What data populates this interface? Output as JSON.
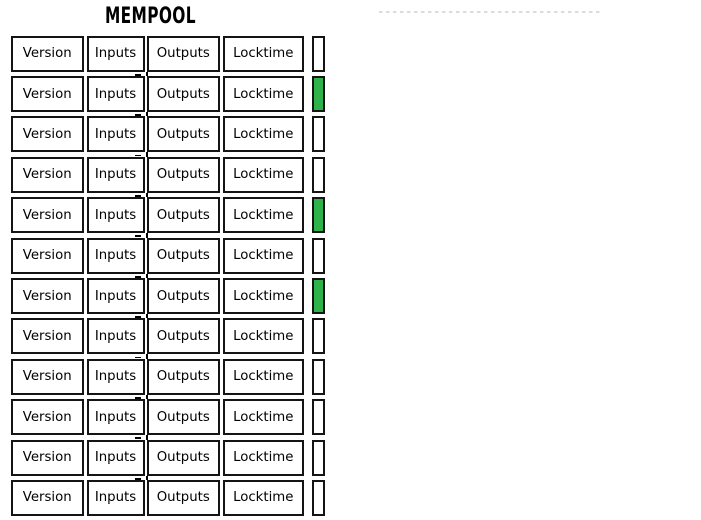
{
  "title": "MEMPOOL",
  "colors": {
    "indicator_green": "#2eb24a",
    "indicator_white": "#ffffff",
    "row_border": "#141414",
    "dashed_line": "#dcdcdc",
    "text": "#000000"
  },
  "rows": [
    {
      "cells": [
        "Version",
        "Inputs",
        "Outputs",
        "Locktime"
      ],
      "indicator": "white"
    },
    {
      "cells": [
        "Version",
        "Inputs",
        "Outputs",
        "Locktime"
      ],
      "indicator": "green"
    },
    {
      "cells": [
        "Version",
        "Inputs",
        "Outputs",
        "Locktime"
      ],
      "indicator": "white"
    },
    {
      "cells": [
        "Version",
        "Inputs",
        "Outputs",
        "Locktime"
      ],
      "indicator": "white"
    },
    {
      "cells": [
        "Version",
        "Inputs",
        "Outputs",
        "Locktime"
      ],
      "indicator": "green"
    },
    {
      "cells": [
        "Version",
        "Inputs",
        "Outputs",
        "Locktime"
      ],
      "indicator": "white"
    },
    {
      "cells": [
        "Version",
        "Inputs",
        "Outputs",
        "Locktime"
      ],
      "indicator": "green"
    },
    {
      "cells": [
        "Version",
        "Inputs",
        "Outputs",
        "Locktime"
      ],
      "indicator": "white"
    },
    {
      "cells": [
        "Version",
        "Inputs",
        "Outputs",
        "Locktime"
      ],
      "indicator": "white"
    },
    {
      "cells": [
        "Version",
        "Inputs",
        "Outputs",
        "Locktime"
      ],
      "indicator": "white"
    },
    {
      "cells": [
        "Version",
        "Inputs",
        "Outputs",
        "Locktime"
      ],
      "indicator": "white"
    },
    {
      "cells": [
        "Version",
        "Inputs",
        "Outputs",
        "Locktime"
      ],
      "indicator": "white"
    }
  ]
}
